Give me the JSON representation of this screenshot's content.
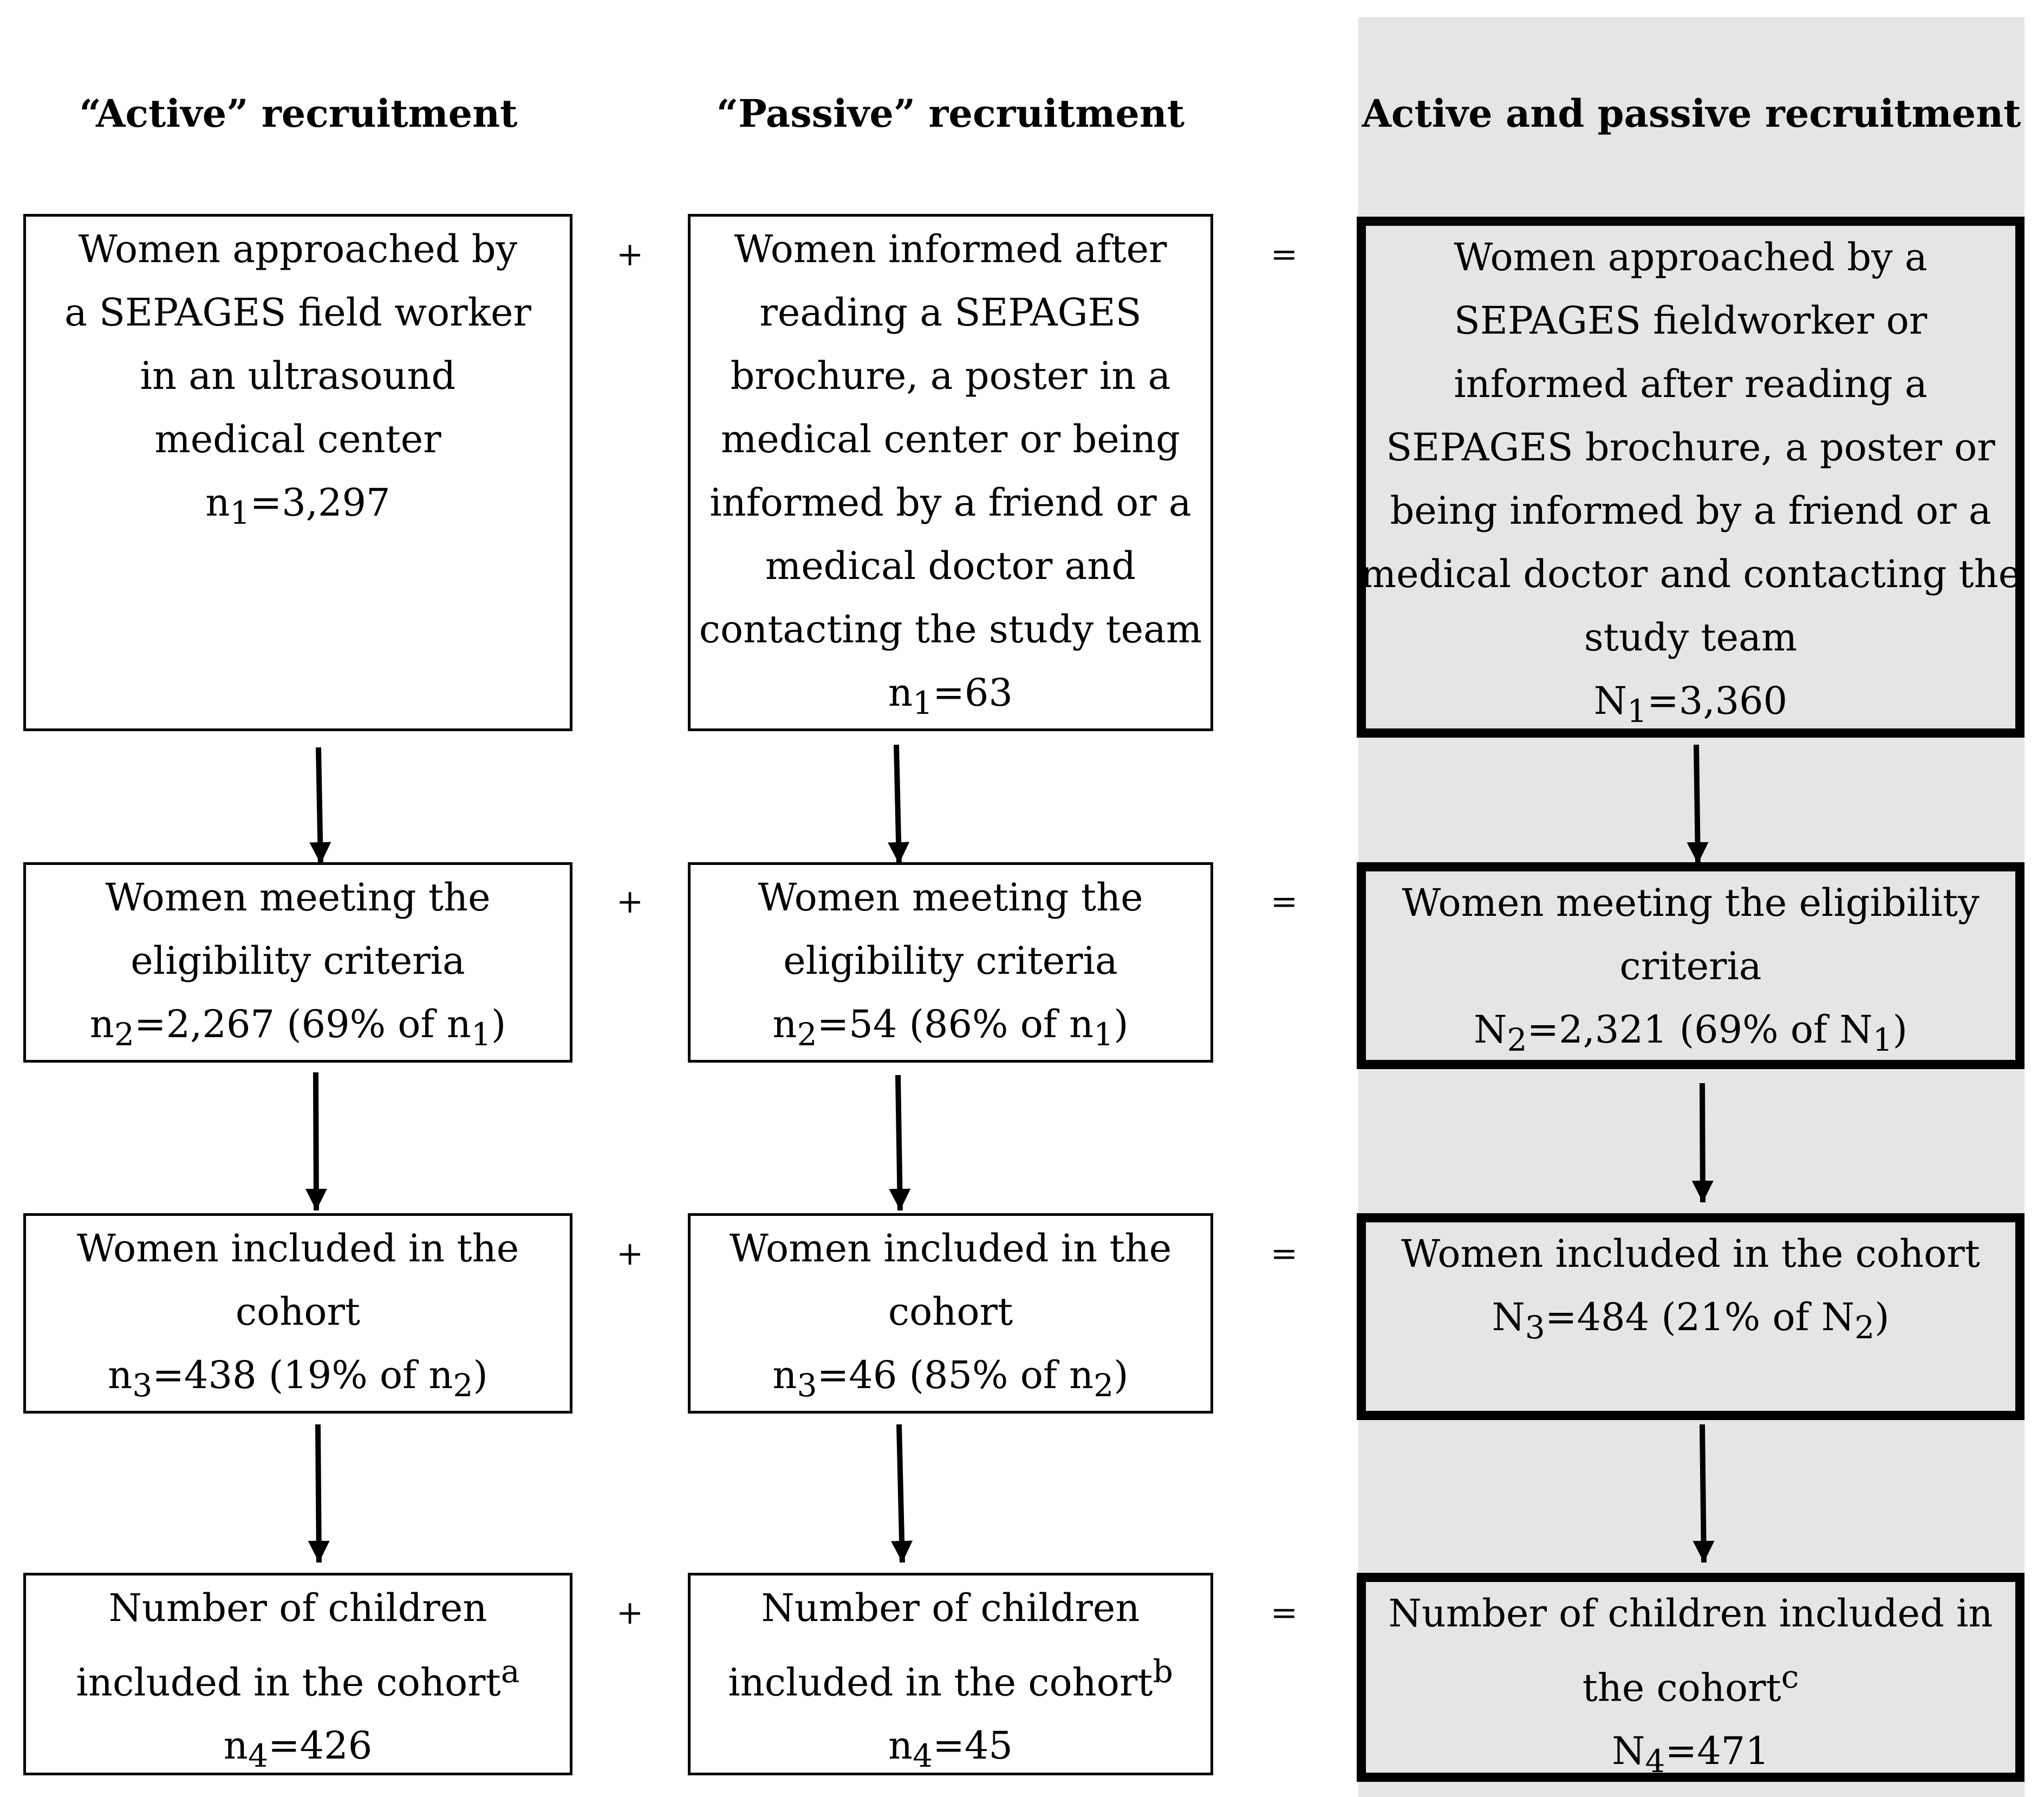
{
  "headers": {
    "active": "“Active” recruitment",
    "passive": "“Passive” recruitment",
    "combined": "Active and passive recruitment"
  },
  "operators": {
    "plus": "+",
    "equals": "="
  },
  "stages": [
    {
      "active": {
        "lines": [
          "Women approached by",
          "a SEPAGES field worker",
          "in an ultrasound",
          "medical center"
        ],
        "count": {
          "symbol": "n",
          "sub": "1",
          "value": "=3,297"
        }
      },
      "passive": {
        "lines": [
          "Women informed after",
          "reading a SEPAGES",
          "brochure, a poster in a",
          "medical center or being",
          "informed by a friend or a",
          "medical doctor and",
          "contacting the study team"
        ],
        "count": {
          "symbol": "n",
          "sub": "1",
          "value": "=63"
        }
      },
      "combined": {
        "lines": [
          "Women approached by a",
          "SEPAGES fieldworker or",
          "informed after reading a",
          "SEPAGES brochure, a poster or",
          "being informed by a friend or a",
          "medical doctor and contacting the",
          "study team"
        ],
        "count": {
          "symbol": "N",
          "sub": "1",
          "value": "=3,360"
        }
      }
    },
    {
      "active": {
        "lines": [
          "Women meeting the",
          "eligibility criteria"
        ],
        "count": {
          "symbol": "n",
          "sub": "2",
          "value": "=2,267 (69% of n",
          "ref_sub": "1",
          "tail": ")"
        }
      },
      "passive": {
        "lines": [
          "Women meeting the",
          "eligibility criteria"
        ],
        "count": {
          "symbol": "n",
          "sub": "2",
          "value": "=54 (86% of n",
          "ref_sub": "1",
          "tail": ")"
        }
      },
      "combined": {
        "lines": [
          "Women meeting the eligibility",
          "criteria"
        ],
        "count": {
          "symbol": "N",
          "sub": "2",
          "value": "=2,321 (69% of N",
          "ref_sub": "1",
          "tail": ")"
        }
      }
    },
    {
      "active": {
        "lines": [
          "Women included in the",
          "cohort"
        ],
        "count": {
          "symbol": "n",
          "sub": "3",
          "value": "=438 (19% of n",
          "ref_sub": "2",
          "tail": ")"
        }
      },
      "passive": {
        "lines": [
          "Women included in the",
          "cohort"
        ],
        "count": {
          "symbol": "n",
          "sub": "3",
          "value": "=46 (85% of n",
          "ref_sub": "2",
          "tail": ")"
        }
      },
      "combined": {
        "lines": [
          "Women included in the cohort"
        ],
        "count": {
          "symbol": "N",
          "sub": "3",
          "value": "=484 (21% of N",
          "ref_sub": "2",
          "tail": ")"
        }
      }
    },
    {
      "active": {
        "lines": [
          "Number of children",
          "included in the cohort"
        ],
        "sup": "a",
        "count": {
          "symbol": "n",
          "sub": "4",
          "value": "=426"
        }
      },
      "passive": {
        "lines": [
          "Number of children",
          "included in the cohort"
        ],
        "sup": "b",
        "count": {
          "symbol": "n",
          "sub": "4",
          "value": "=45"
        }
      },
      "combined": {
        "lines": [
          "Number of children included in",
          "the cohort"
        ],
        "sup": "c",
        "count": {
          "symbol": "N",
          "sub": "4",
          "value": "=471"
        }
      }
    }
  ]
}
